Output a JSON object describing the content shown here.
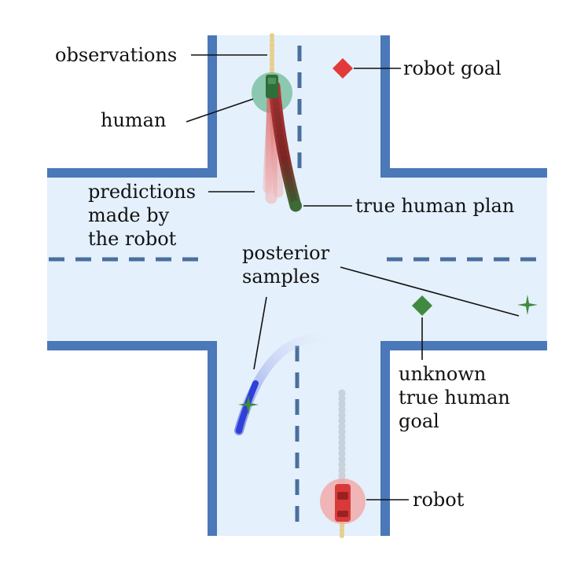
{
  "labels": {
    "observations": "observations",
    "human": "human",
    "predictions": [
      "predictions",
      "made by",
      "the robot"
    ],
    "robot_goal": "robot goal",
    "true_human_plan": "true human plan",
    "posterior_samples": [
      "posterior",
      "samples"
    ],
    "unknown_goal": [
      "unknown",
      "true human",
      "goal"
    ],
    "robot": "robot"
  },
  "colors": {
    "road": "#e4f0fb",
    "curb": "#4a78b8",
    "lane_marking": "#4a6f9e",
    "human_disc": "#6dbb96",
    "human_agent": "#2e6e3a",
    "true_plan": "#9a2a2a",
    "predictions": "#e88a8a",
    "observations": "#e7cf8e",
    "robot_goal": "#e23a3a",
    "human_goal": "#3f8a3f",
    "robot_disc": "#f2aaaa",
    "robot_agent": "#d83a3a",
    "posterior_sample": "#2f3fd8",
    "leader_line": "#111111"
  },
  "icons": {
    "robot_goal": "red-diamond-icon",
    "human_goal": "green-diamond-icon",
    "sample_marker": "green-star-icon"
  }
}
